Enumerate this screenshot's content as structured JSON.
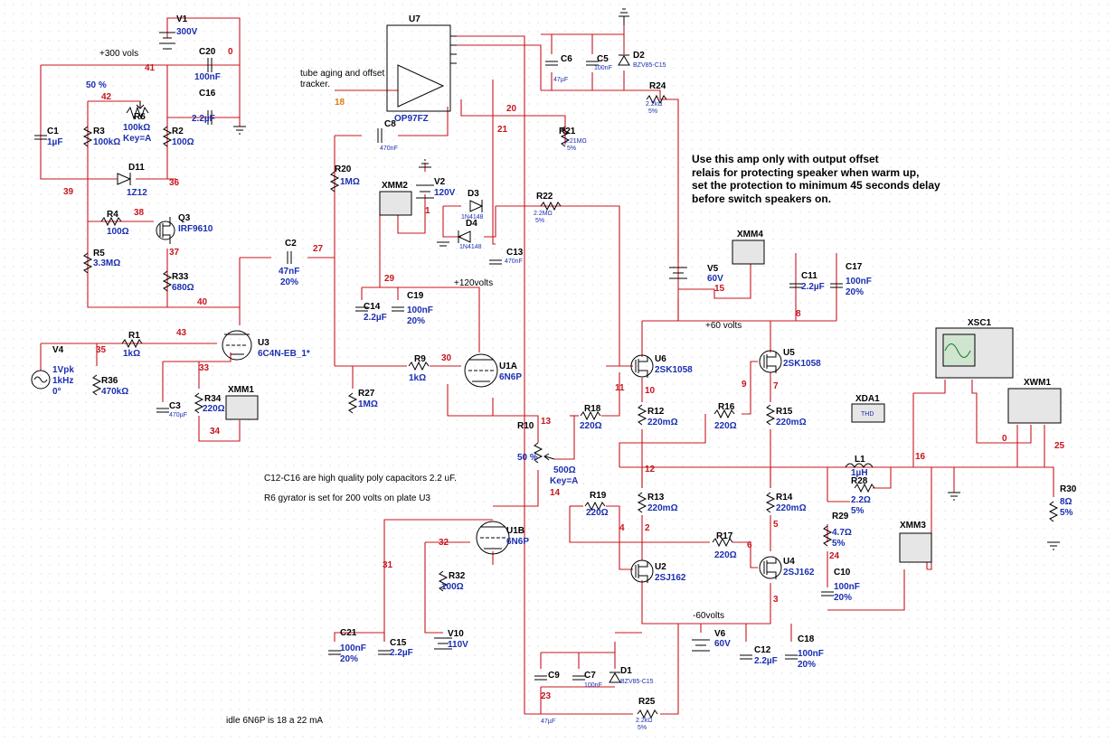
{
  "notes": {
    "tube_aging_1": "tube aging and offset",
    "tube_aging_2": "tracker.",
    "warn_1": "Use this amp only with output offset",
    "warn_2": "relais for protecting speaker when warm up,",
    "warn_3": "set the protection to minimum 45 seconds delay",
    "warn_4": "before switch speakers on.",
    "caps_note": "C12-C16 are high quality poly capacitors 2.2 uF.",
    "gyrator_note": "R6 gyrator is set for 200 volts on plate U3",
    "idle_note": "idle 6N6P is 18 a 22 mA",
    "rail_300": "+300 vols",
    "rail_120": "+120volts",
    "rail_p60": "+60 volts",
    "rail_m60": "-60volts"
  },
  "components": [
    {
      "ref": "V1",
      "value": "300V"
    },
    {
      "ref": "C20",
      "value": "100nF"
    },
    {
      "ref": "C16",
      "value": "2.2µF"
    },
    {
      "ref": "R6",
      "value": "100kΩ",
      "extra": "Key=A",
      "pct": "50 %"
    },
    {
      "ref": "C1",
      "value": "1µF"
    },
    {
      "ref": "R3",
      "value": "100kΩ"
    },
    {
      "ref": "R2",
      "value": "100Ω"
    },
    {
      "ref": "D11",
      "value": "1Z12"
    },
    {
      "ref": "R4",
      "value": "100Ω"
    },
    {
      "ref": "Q3",
      "value": "IRF9610"
    },
    {
      "ref": "R5",
      "value": "3.3MΩ"
    },
    {
      "ref": "R33",
      "value": "680Ω"
    },
    {
      "ref": "U7",
      "value": "OP97FZ"
    },
    {
      "ref": "C8",
      "value": "470nF"
    },
    {
      "ref": "R20",
      "value": "1MΩ"
    },
    {
      "ref": "XMM2",
      "value": ""
    },
    {
      "ref": "V2",
      "value": "120V"
    },
    {
      "ref": "D3",
      "value": "1N4148"
    },
    {
      "ref": "D4",
      "value": "1N4148"
    },
    {
      "ref": "R22",
      "value": "2.2MΩ",
      "extra": "5%"
    },
    {
      "ref": "C13",
      "value": "470nF"
    },
    {
      "ref": "C6",
      "value": "47µF"
    },
    {
      "ref": "C5",
      "value": "100nF"
    },
    {
      "ref": "D2",
      "value": "BZV85-C15"
    },
    {
      "ref": "R24",
      "value": "2.2kΩ",
      "extra": "5%"
    },
    {
      "ref": "R21",
      "value": "2.21MΩ",
      "extra": "5%"
    },
    {
      "ref": "C2",
      "value": "47nF",
      "extra": "20%"
    },
    {
      "ref": "C14",
      "value": "2.2µF"
    },
    {
      "ref": "C19",
      "value": "100nF",
      "extra": "20%"
    },
    {
      "ref": "V4",
      "value": "1Vpk",
      "extra": "1kHz",
      "extra2": "0°"
    },
    {
      "ref": "R1",
      "value": "1kΩ"
    },
    {
      "ref": "R36",
      "value": "470kΩ"
    },
    {
      "ref": "U3",
      "value": "6C4N-EB_1*"
    },
    {
      "ref": "C3",
      "value": "470µF"
    },
    {
      "ref": "R34",
      "value": "220Ω"
    },
    {
      "ref": "XMM1",
      "value": ""
    },
    {
      "ref": "R9",
      "value": "1kΩ"
    },
    {
      "ref": "U1A",
      "value": "6N6P"
    },
    {
      "ref": "R27",
      "value": "1MΩ"
    },
    {
      "ref": "V5",
      "value": "60V"
    },
    {
      "ref": "XMM4",
      "value": ""
    },
    {
      "ref": "C11",
      "value": "2.2µF"
    },
    {
      "ref": "C17",
      "value": "100nF",
      "extra": "20%"
    },
    {
      "ref": "U6",
      "value": "2SK1058"
    },
    {
      "ref": "U5",
      "value": "2SK1058"
    },
    {
      "ref": "R12",
      "value": "220mΩ"
    },
    {
      "ref": "R15",
      "value": "220mΩ"
    },
    {
      "ref": "R18",
      "value": "220Ω"
    },
    {
      "ref": "R16",
      "value": "220Ω"
    },
    {
      "ref": "R10",
      "value": "500Ω",
      "extra": "Key=A",
      "pct": "50 %"
    },
    {
      "ref": "XSC1",
      "value": ""
    },
    {
      "ref": "XDA1",
      "value": "THD"
    },
    {
      "ref": "XWM1",
      "value": ""
    },
    {
      "ref": "L1",
      "value": "1µH"
    },
    {
      "ref": "R28",
      "value": "2.2Ω",
      "extra": "5%"
    },
    {
      "ref": "R30",
      "value": "8Ω",
      "extra": "5%"
    },
    {
      "ref": "R19",
      "value": "220Ω"
    },
    {
      "ref": "R13",
      "value": "220mΩ"
    },
    {
      "ref": "R14",
      "value": "220mΩ"
    },
    {
      "ref": "R17",
      "value": "220Ω"
    },
    {
      "ref": "R29",
      "value": "4.7Ω",
      "extra": "5%"
    },
    {
      "ref": "XMM3",
      "value": ""
    },
    {
      "ref": "U1B",
      "value": "6N6P"
    },
    {
      "ref": "R32",
      "value": "100Ω"
    },
    {
      "ref": "U2",
      "value": "2SJ162"
    },
    {
      "ref": "U4",
      "value": "2SJ162"
    },
    {
      "ref": "C10",
      "value": "100nF",
      "extra": "20%"
    },
    {
      "ref": "V6",
      "value": "60V"
    },
    {
      "ref": "C12",
      "value": "2.2µF"
    },
    {
      "ref": "C18",
      "value": "100nF",
      "extra": "20%"
    },
    {
      "ref": "C21",
      "value": "100nF",
      "extra": "20%"
    },
    {
      "ref": "C15",
      "value": "2.2µF"
    },
    {
      "ref": "V10",
      "value": "110V"
    },
    {
      "ref": "C9",
      "value": "47µF"
    },
    {
      "ref": "C7",
      "value": "100nF"
    },
    {
      "ref": "D1",
      "value": "BZV85-C15"
    },
    {
      "ref": "R25",
      "value": "2.2kΩ",
      "extra": "5%"
    }
  ],
  "nets": [
    "0",
    "41",
    "42",
    "39",
    "38",
    "36",
    "37",
    "40",
    "18",
    "20",
    "21",
    "1",
    "29",
    "27",
    "43",
    "35",
    "33",
    "34",
    "30",
    "13",
    "14",
    "11",
    "10",
    "9",
    "7",
    "12",
    "16",
    "25",
    "0",
    "4",
    "2",
    "6",
    "5",
    "24",
    "3",
    "32",
    "31",
    "23",
    "15",
    "8"
  ]
}
